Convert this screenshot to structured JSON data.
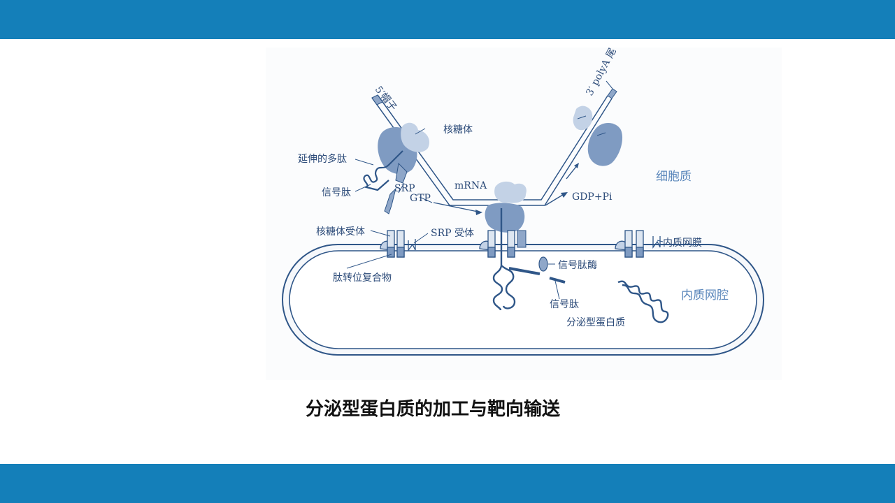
{
  "slide": {
    "caption": "分泌型蛋白质的加工与靶向输送",
    "accent_color": "#147fb9"
  },
  "diagram": {
    "labels": {
      "cap_5": "5′帽子",
      "polya_3": "3′ polyA 尾",
      "ribosome": "核糖体",
      "elongating_peptide": "延伸的多肽",
      "signal_peptide_top": "信号肽",
      "srp": "SRP",
      "gtp": "GTP",
      "mrna": "mRNA",
      "gdp_pi": "GDP+Pi",
      "cytoplasm": "细胞质",
      "ribosome_receptor": "核糖体受体",
      "srp_receptor": "SRP 受体",
      "er_membrane": "内质网膜",
      "translocon": "肽转位复合物",
      "signal_peptidase": "信号肽酶",
      "signal_peptide_bottom": "信号肽",
      "er_lumen": "内质网腔",
      "secretory_protein": "分泌型蛋白质"
    },
    "colors": {
      "line": "#2f5688",
      "fill_light": "#dde6f1",
      "protein_light": "#c3d2e6",
      "protein_dark": "#7f9bc2",
      "label": "#2b4a78",
      "region_label": "#5b87bb"
    }
  }
}
